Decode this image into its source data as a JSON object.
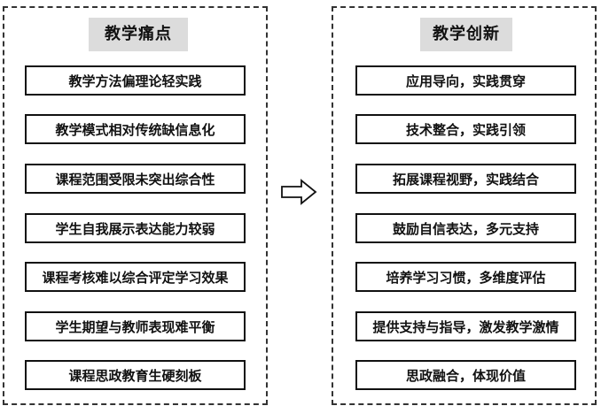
{
  "pain_points": {
    "title": "教学痛点",
    "items": [
      "教学方法偏理论轻实践",
      "教学模式相对传统缺信息化",
      "课程范围受限未突出综合性",
      "学生自我展示表达能力较弱",
      "课程考核难以综合评定学习效果",
      "学生期望与教师表现难平衡",
      "课程思政教育生硬刻板"
    ]
  },
  "innovation": {
    "title": "教学创新",
    "items": [
      "应用导向，实践贯穿",
      "技术整合，实践引领",
      "拓展课程视野，实践结合",
      "鼓励自信表达，多元支持",
      "培养学习习惯，多维度评估",
      "提供支持与指导，激发教学激情",
      "思政融合，体现价值"
    ]
  },
  "arrow_icon": "hollow-right-arrow-icon"
}
